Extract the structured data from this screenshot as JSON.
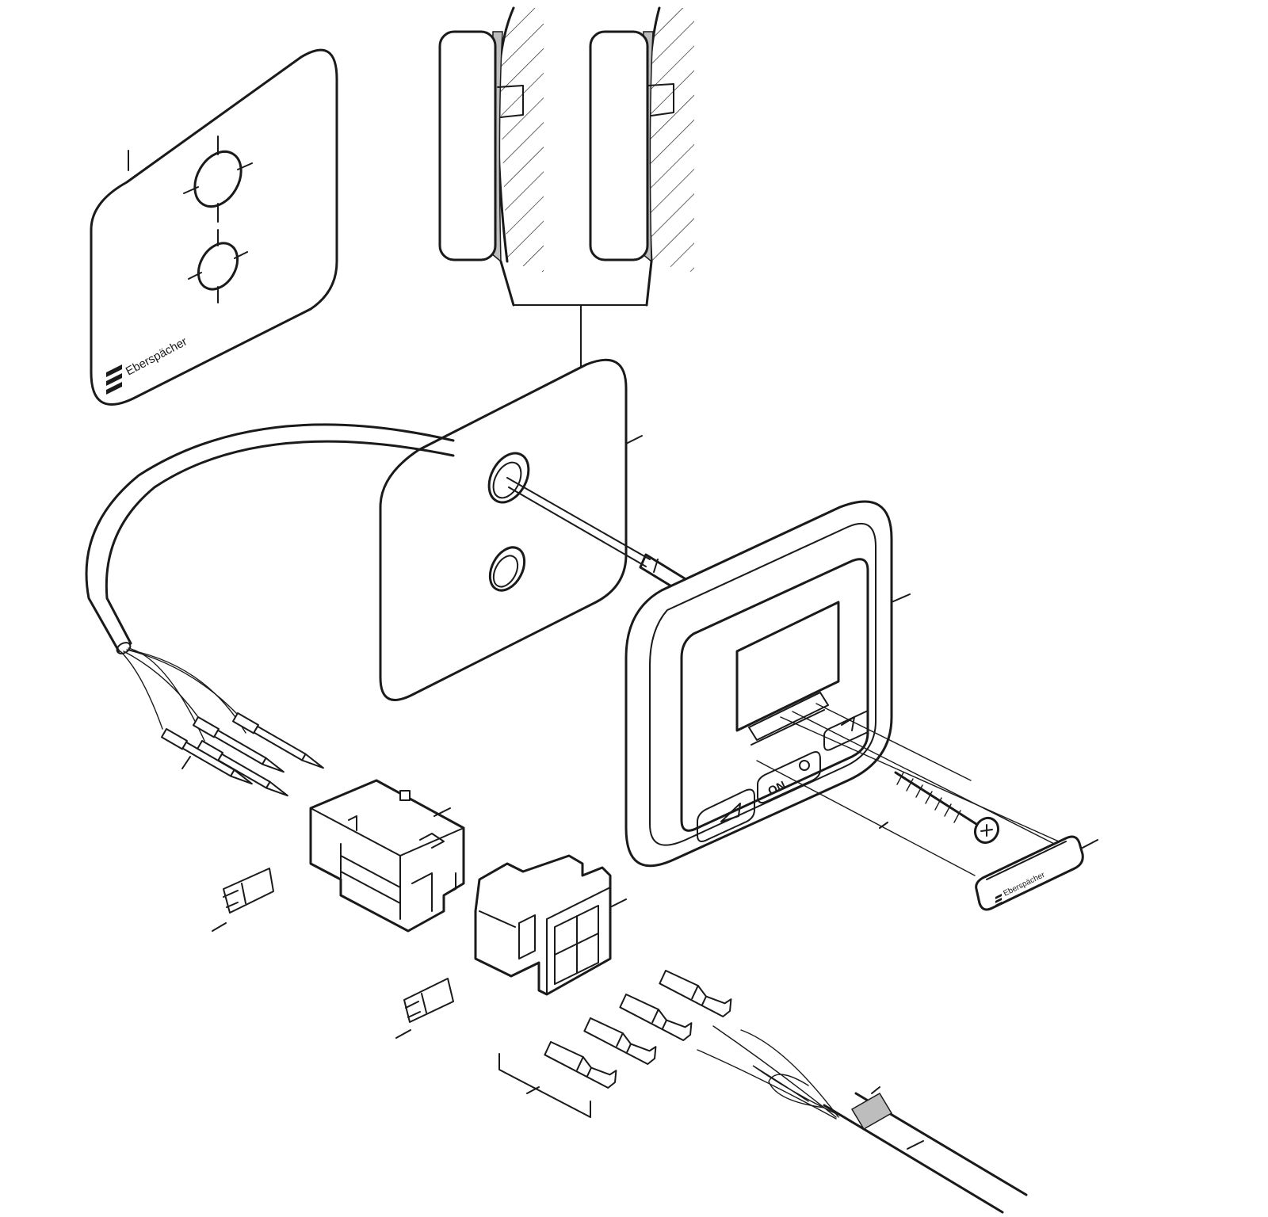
{
  "brand": {
    "logo_name": "Eberspächer",
    "template_label": "Eberspächer",
    "end_cap_label": "Eberspächer"
  },
  "controller": {
    "button_on": "ON"
  },
  "colors": {
    "line": "#1a1a1a",
    "background": "#ffffff",
    "shading": "#bdbdbd"
  }
}
